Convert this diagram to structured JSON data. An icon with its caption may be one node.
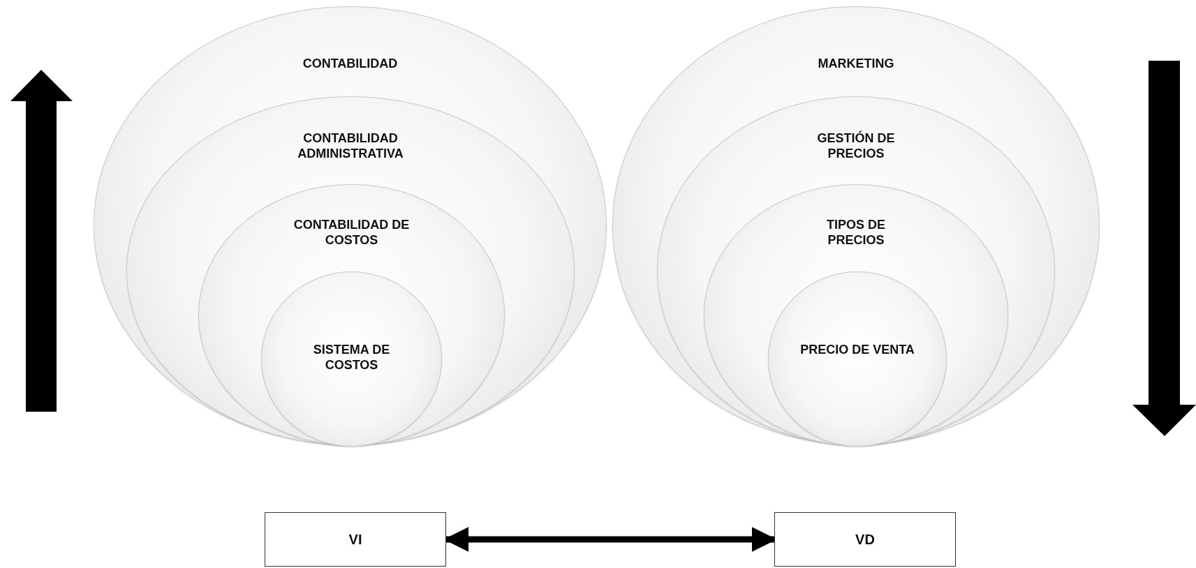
{
  "diagram": {
    "nodes": [
      {
        "text": [
          "CONTABILIDAD"
        ]
      },
      {
        "text": [
          "CONTABILIDAD ADMINISTRATIVA"
        ],
        "in": 0
      },
      {
        "text": [
          "CONTABILIDAD DE COSTOS"
        ],
        "in": 1
      },
      {
        "text": [
          "SISTEMA DE COSTOS"
        ],
        "in": 2
      },
      {
        "text": [
          "MARKETING"
        ]
      },
      {
        "text": [
          "GESTIÓN DE PRECIOS"
        ],
        "in": 4
      },
      {
        "text": [
          "TIPOS DE PRECIOS"
        ],
        "in": 5
      },
      {
        "text": [
          "PRECIO DE VENTA"
        ],
        "in": 6
      },
      {
        "text": [
          "VI"
        ]
      },
      {
        "text": [
          "VD"
        ]
      }
    ],
    "edges": [
      {
        "from": 8,
        "to": 9,
        "arrow": "both"
      }
    ]
  }
}
